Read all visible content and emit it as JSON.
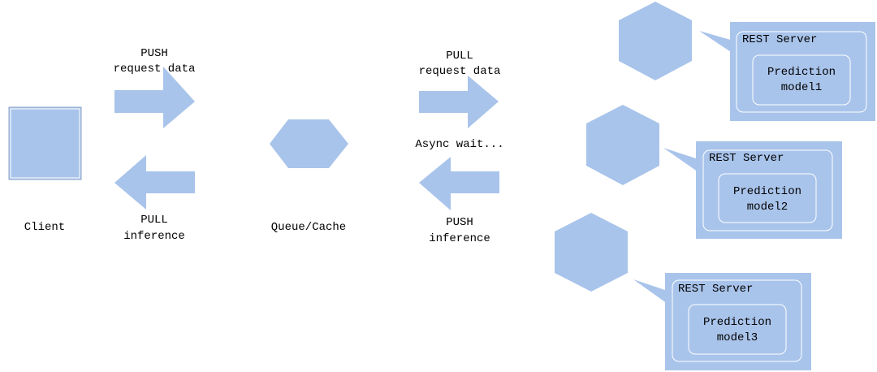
{
  "colors": {
    "shape_fill": "#a9c4eb",
    "box_stroke": "#ffffff",
    "text": "#000000",
    "background": "#ffffff"
  },
  "client": {
    "label": "Client"
  },
  "push_request": {
    "line1": "PUSH",
    "line2": "request data"
  },
  "pull_inference": {
    "line1": "PULL",
    "line2": "inference"
  },
  "queue": {
    "label": "Queue/Cache"
  },
  "pull_request": {
    "line1": "PULL",
    "line2": "request data"
  },
  "async_wait": {
    "label": "Async wait..."
  },
  "push_inference": {
    "line1": "PUSH",
    "line2": "inference"
  },
  "servers": [
    {
      "title": "REST Server",
      "model_line1": "Prediction",
      "model_line2": "model1"
    },
    {
      "title": "REST Server",
      "model_line1": "Prediction",
      "model_line2": "model2"
    },
    {
      "title": "REST Server",
      "model_line1": "Prediction",
      "model_line2": "model3"
    }
  ]
}
